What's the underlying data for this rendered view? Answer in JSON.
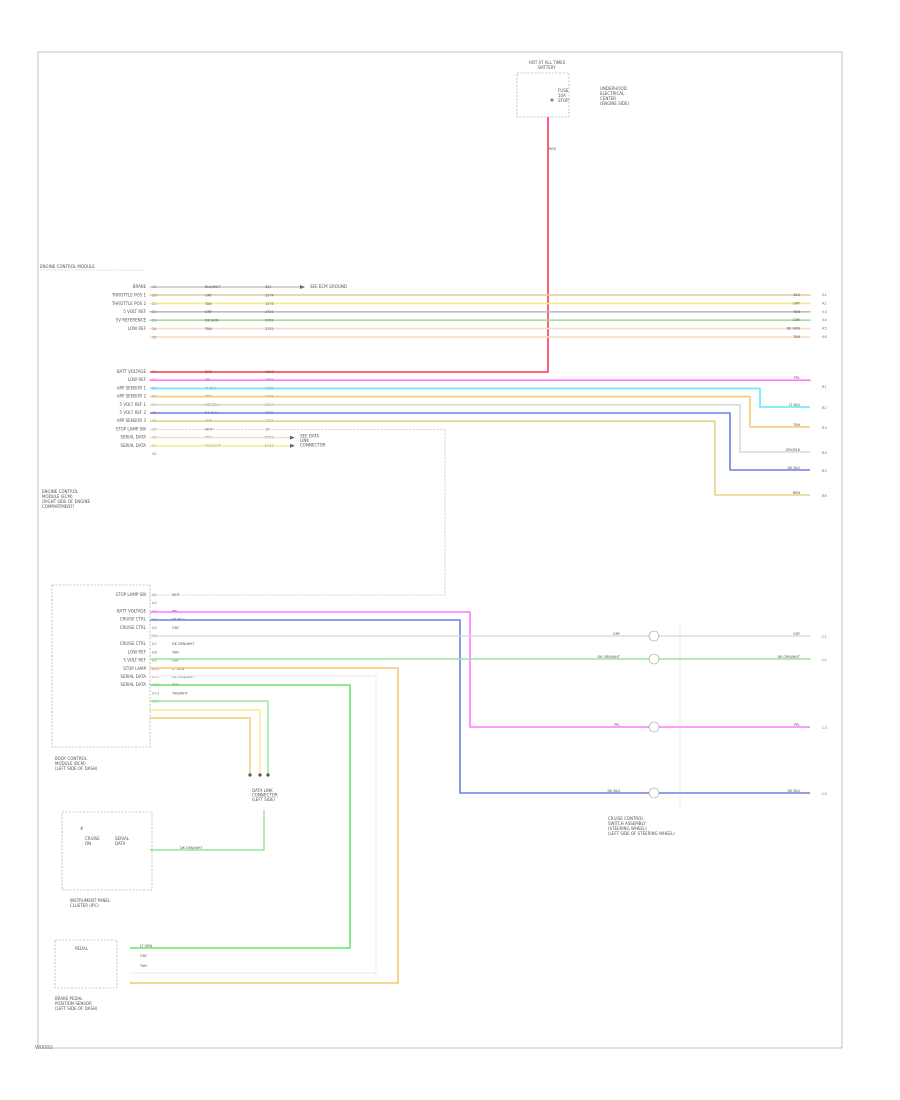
{
  "figure_code": "W0000",
  "colors": {
    "frame": "#c8c8c8",
    "red": "#ff4d6d",
    "tan": "#e8c99a",
    "yellow": "#f7e98e",
    "gray": "#bdbdbd",
    "green": "#9be39b",
    "peach": "#f6dcc0",
    "pink": "#ff77ff",
    "cyan": "#66e6ff",
    "orange": "#f7c873",
    "lgray": "#d8d8d8",
    "blue": "#6f7fe6",
    "olive": "#e3d38a",
    "lime": "#66e666",
    "white": "#eeeeee"
  },
  "top_component": {
    "title": "HOT AT ALL TIMES",
    "subtitle": "BATTERY",
    "inner": [
      "FUSE",
      "10A",
      "STOP"
    ],
    "side": [
      "UNDERHOOD",
      "ELECTRICAL",
      "CENTER",
      "(ENGINE SIDE)"
    ]
  },
  "ecm": {
    "header": "ENGINE CONTROL MODULE",
    "labels": [
      "ENGINE CONTROL",
      "MODULE (ECM)",
      "(RIGHT SIDE OF ENGINE",
      "COMPARTMENT)"
    ],
    "group1": {
      "rows": [
        {
          "label": "BRAKE",
          "pin": "19",
          "code": "BLK/WHT",
          "circ": "451",
          "color": "tan",
          "end": "BLK"
        },
        {
          "label": "THROTTLE POS 1",
          "pin": "20",
          "code": "GRY",
          "circ": "1274",
          "color": "yellow",
          "end": "GRY"
        },
        {
          "label": "THROTTLE POS 2",
          "pin": "21",
          "code": "TAN",
          "circ": "1275",
          "color": "yellow",
          "end": "TAN"
        },
        {
          "label": "5 VOLT REF",
          "pin": "22",
          "code": "GRY",
          "circ": "2701",
          "color": "gray",
          "end": "GRY"
        },
        {
          "label": "5V REFERENCE",
          "pin": "23",
          "code": "DK GRN",
          "circ": "2702",
          "color": "green",
          "end": "DK GRN"
        },
        {
          "label": "LOW REF",
          "pin": "24",
          "code": "TAN",
          "circ": "2752",
          "color": "peach",
          "end": "TAN"
        },
        {
          "label": "",
          "pin": "25",
          "code": "",
          "circ": "",
          "color": "",
          "end": ""
        }
      ],
      "ground_note": "SEE ECM GROUND"
    },
    "group2": {
      "rows": [
        {
          "label": "BATT VOLTAGE",
          "pin": "30",
          "code": "RED",
          "circ": "1340",
          "color": "red",
          "end": ""
        },
        {
          "label": "LOW REF",
          "pin": "31",
          "code": "PPL",
          "circ": "1661",
          "color": "pink",
          "end": "PPL"
        },
        {
          "label": "APP SENSOR 1",
          "pin": "32",
          "code": "LT BLU",
          "circ": "1162",
          "color": "cyan",
          "end": "LT BLU"
        },
        {
          "label": "APP SENSOR 2",
          "pin": "33",
          "code": "TAN",
          "circ": "1161",
          "color": "orange",
          "end": "TAN"
        },
        {
          "label": "5 VOLT REF 1",
          "pin": "34",
          "code": "GRY/BLK",
          "circ": "1164",
          "color": "lgray",
          "end": "GRY/BLK"
        },
        {
          "label": "5 VOLT REF 2",
          "pin": "35",
          "code": "DK BLU",
          "circ": "1272",
          "color": "blue",
          "end": "DK BLU"
        },
        {
          "label": "APP SENSOR 3",
          "pin": "36",
          "code": "BRN",
          "circ": "1271",
          "color": "olive",
          "end": "BRN"
        },
        {
          "label": "STOP LAMP SW",
          "pin": "37",
          "code": "WHT",
          "circ": "17",
          "color": "",
          "end": ""
        },
        {
          "label": "SERIAL DATA",
          "pin": "38",
          "code": "TAN",
          "circ": "5061",
          "color": "",
          "end": ""
        },
        {
          "label": "SERIAL DATA",
          "pin": "39",
          "code": "TAN/WHT",
          "circ": "5060",
          "color": "",
          "end": ""
        },
        {
          "label": "",
          "pin": "40",
          "code": "",
          "circ": "",
          "color": "",
          "end": ""
        }
      ],
      "note": [
        "SEE DATA",
        "LINK",
        "CONNECTOR"
      ]
    }
  },
  "bcm": {
    "labels": [
      "BODY CONTROL",
      "MODULE (BCM)",
      "(LEFT SIDE OF DASH)"
    ],
    "rows": [
      {
        "label": "STOP LAMP SW",
        "pin": "A1",
        "code": "WHT"
      },
      {
        "label": "",
        "pin": "A2",
        "code": ""
      },
      {
        "label": "BATT VOLTAGE",
        "pin": "A3",
        "code": "PPL"
      },
      {
        "label": "CRUISE CTRL",
        "pin": "A4",
        "code": "DK BLU"
      },
      {
        "label": "CRUISE CTRL",
        "pin": "A5",
        "code": "GRY"
      },
      {
        "label": "",
        "pin": "A6",
        "code": ""
      },
      {
        "label": "CRUISE CTRL",
        "pin": "A7",
        "code": "DK GRN/WHT"
      },
      {
        "label": "LOW REF",
        "pin": "A8",
        "code": "TAN"
      },
      {
        "label": "5 VOLT REF",
        "pin": "A9",
        "code": "GRY"
      },
      {
        "label": "STOP LAMP",
        "pin": "A10",
        "code": "LT GRN"
      },
      {
        "label": "SERIAL DATA",
        "pin": "A11",
        "code": "DK GRN/WHT"
      },
      {
        "label": "SERIAL DATA",
        "pin": "A12",
        "code": "TAN"
      },
      {
        "label": "",
        "pin": "A13",
        "code": "TAN/WHT"
      },
      {
        "label": "",
        "pin": "A14",
        "code": ""
      }
    ],
    "splice_note": [
      "DATA LINK",
      "CONNECTOR",
      "(LEFT SIDE)"
    ]
  },
  "instrument": {
    "inner": [
      "CRUISE",
      "ON",
      "SERIAL",
      "DATA"
    ],
    "labels": [
      "INSTRUMENT PANEL",
      "CLUSTER (IPC)"
    ],
    "wire": "DK GRN/WHT"
  },
  "brake_sensor": {
    "inner": "PEDAL",
    "labels": [
      "BRAKE PEDAL",
      "POSITION SENSOR",
      "(LEFT SIDE OF DASH)"
    ],
    "wires": [
      "LT GRN",
      "GRY",
      "TAN"
    ]
  },
  "switch_assy": {
    "labels": [
      "CRUISE CONTROL",
      "SWITCH ASSEMBLY",
      "(STEERING WHEEL)",
      "(LEFT SIDE OF STEERING WHEEL)"
    ],
    "wires": [
      {
        "code": "GRY",
        "end": "GRY"
      },
      {
        "code": "DK GRN/WHT",
        "end": "DK GRN/WHT"
      },
      {
        "code": "PPL",
        "end": "PPL"
      },
      {
        "code": "DK BLU",
        "end": "DK BLU"
      }
    ]
  }
}
